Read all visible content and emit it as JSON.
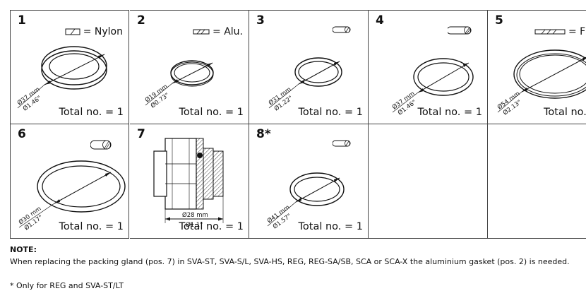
{
  "cells": [
    {
      "num": "1",
      "legend": "= Nylon",
      "total": "Total no. = 1",
      "dim_mm": "Ø37 mm",
      "dim_in": "Ø1.46\""
    },
    {
      "num": "2",
      "legend": "= Alu.",
      "total": "Total no. = 1",
      "dim_mm": "Ø19 mm",
      "dim_in": "Ø0.73\""
    },
    {
      "num": "3",
      "legend": "",
      "total": "Total no. = 1",
      "dim_mm": "Ø31 mm",
      "dim_in": "Ø1.22\""
    },
    {
      "num": "4",
      "legend": "",
      "total": "Total no. = 1",
      "dim_mm": "Ø37 mm",
      "dim_in": "Ø1.46\""
    },
    {
      "num": "5",
      "legend": "= F",
      "total": "Total no.",
      "dim_mm": "Ø54 mm",
      "dim_in": "Ø2.13\""
    },
    {
      "num": "6",
      "legend": "",
      "total": "Total no. = 1",
      "dim_mm": "Ø30 mm",
      "dim_in": "Ø1.17\""
    },
    {
      "num": "7",
      "legend": "",
      "total": "Total no. = 1",
      "dim_mm": "Ø28 mm",
      "dim_in": "Ø1.1\""
    },
    {
      "num": "8*",
      "legend": "",
      "total": "Total no. = 1",
      "dim_mm": "Ø41 mm",
      "dim_in": "Ø1.57\""
    }
  ],
  "note": {
    "title": "NOTE:",
    "text": "When replacing the packing gland (pos. 7) in SVA-ST, SVA-S/L, SVA-HS, REG, REG-SA/SB, SCA or SCA-X the aluminium gasket (pos. 2) is needed."
  },
  "footnote": "* Only for REG and SVA-ST/LT"
}
